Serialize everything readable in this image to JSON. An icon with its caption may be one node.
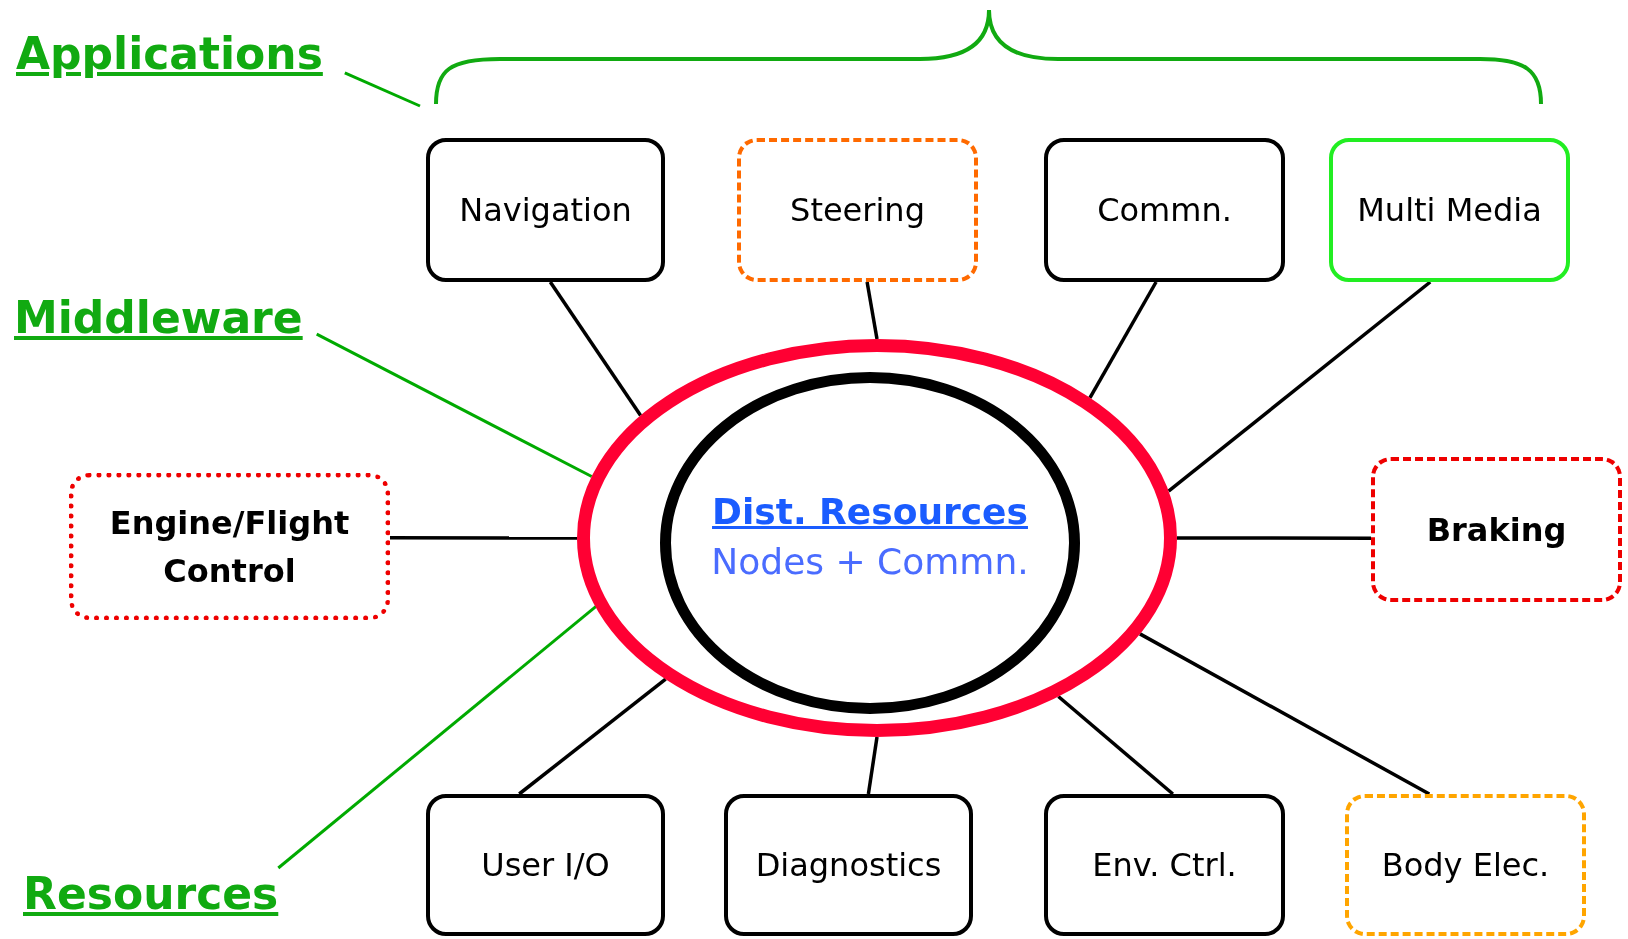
{
  "diagram": {
    "nodes": [
      {
        "text": [
          "Applications"
        ]
      },
      {
        "text": [
          "Middleware"
        ]
      },
      {
        "text": [
          "Resources"
        ]
      },
      {
        "text": [],
        "shape": "circle"
      },
      {
        "text": [
          "Dist. Resources",
          "Nodes + Commn."
        ],
        "in": 3
      },
      {
        "text": [
          "Navigation"
        ]
      },
      {
        "text": [
          "Steering"
        ]
      },
      {
        "text": [
          "Commn."
        ]
      },
      {
        "text": [
          "Multi Media"
        ]
      },
      {
        "text": [
          "Engine/Flight Control"
        ]
      },
      {
        "text": [
          "Braking"
        ]
      },
      {
        "text": [
          "User I/O"
        ]
      },
      {
        "text": [
          "Diagnostics"
        ]
      },
      {
        "text": [
          "Env. Ctrl."
        ]
      },
      {
        "text": [
          "Body Elec."
        ]
      }
    ],
    "edges": [
      {
        "from": 0,
        "to": null,
        "arrow": "none",
        "color": "#00aa00"
      },
      {
        "from": 1,
        "to": 3,
        "arrow": "none",
        "color": "#00aa00"
      },
      {
        "from": 2,
        "to": 4,
        "arrow": "none",
        "color": "#00aa00"
      },
      {
        "from": 5,
        "to": 3,
        "arrow": "none"
      },
      {
        "from": 6,
        "to": 3,
        "arrow": "none"
      },
      {
        "from": 7,
        "to": 3,
        "arrow": "none"
      },
      {
        "from": 8,
        "to": 3,
        "arrow": "none"
      },
      {
        "from": 9,
        "to": 3,
        "arrow": "none"
      },
      {
        "from": 10,
        "to": 3,
        "arrow": "none"
      },
      {
        "from": 11,
        "to": 3,
        "arrow": "none"
      },
      {
        "from": 12,
        "to": 3,
        "arrow": "none"
      },
      {
        "from": 13,
        "to": 3,
        "arrow": "none"
      },
      {
        "from": 14,
        "to": 3,
        "arrow": "none"
      }
    ]
  }
}
